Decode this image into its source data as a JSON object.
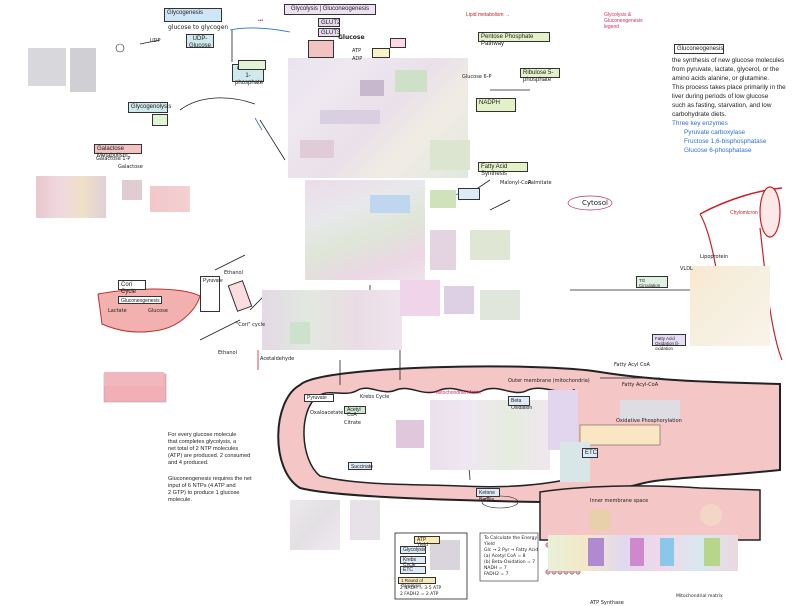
{
  "top_center": {
    "glycolysis_title": "Glycolysis | Gluconeogenesis",
    "glut2": "GLUT2",
    "glut3": "GLUT3",
    "glucose": "Glucose",
    "atp": "ATP",
    "adp": "ADP"
  },
  "top_left": {
    "glycogenesis": "Glycogenesis",
    "glycogen_label": "glucose to glycogen",
    "udp_glucose": "UDP-Glucose",
    "glucose_1p": "Glucose 1-phosphate",
    "glycogenolysis": "Glycogenolysis",
    "galactose_box": "Galactose Metabolism",
    "galactose_sub": "Galactose 1-P",
    "galactose": "Galactose",
    "udp": "UDP"
  },
  "legend": {
    "key_arrow": "Lipid metabolism →",
    "red_note": "Glycolysis & Gluconeogenesis legend"
  },
  "pentose": {
    "title": "Pentose Phosphate Pathway",
    "ribulose": "Ribulose 5-phosphate",
    "glucose6p": "Glucose 6-P",
    "nadph": "NADPH"
  },
  "fatty": {
    "title": "Fatty Acid Synthesis",
    "malonyl": "Malonyl-CoA",
    "palmitate": "Palmitate"
  },
  "gluconeo_notes": {
    "heading": "Gluconeogenesis",
    "lines": [
      "the synthesis of new glucose molecules",
      "from pyruvate, lactate, glycerol, or the",
      "amino acids alanine, or glutamine.",
      "This process takes place primarily in the",
      "liver during periods of low glucose",
      "such as fasting, starvation, and low",
      "carbohydrate diets."
    ],
    "enzymes_heading": "Three key enzymes",
    "enzymes": [
      "Pyruvate carboxylase",
      "Fructose 1,6-bisphosphatase",
      "Glucose 6-phosphatase"
    ]
  },
  "cytosol": "Cytosol",
  "cori": {
    "title": "Cori Cycle",
    "muscle": "Gluconeogenesis",
    "lactate": "Lactate",
    "glucose": "Glucose",
    "pyruvate": "Pyruvate",
    "ethanol": "Ethanol",
    "acetaldehyde": "Acetaldehyde",
    "cori_label": "\"Cori\" cycle"
  },
  "mito": {
    "outer_label": "Outer membrane (mitochondria)",
    "inner_label": "Mitochondrial Matrix",
    "tca": "Krebs Cycle",
    "acetyl": "Acetyl CoA",
    "pyruvate": "Pyruvate",
    "oxaloacetate": "Oxaloacetate",
    "citrate": "Citrate",
    "etc": "ETC",
    "ketone": "Ketone Bodies",
    "fatty_acyl": "Fatty Acyl-CoA",
    "beta_ox": "Beta Oxidation",
    "inner_membrane": "Inner membrane space",
    "succinate": "Succinate",
    "oxidative": "Oxidative Phosphorylation",
    "atp_synthase": "ATP Synthase"
  },
  "bottom_notes": {
    "glucose_yield": [
      "For every glucose molecule",
      "that completes glycolysis, a",
      "net total of 2 NTP molecules",
      "(ATP) are produced. 2 consumed",
      "and 4 produced."
    ],
    "gluconeo_cost": [
      "Gluconeogenesis requires the net",
      "input of 6 NTPs (4 ATP and",
      "2 GTP) to produce 1 glucose",
      "molecule."
    ]
  },
  "atp_yield": {
    "title": "ATP Yield",
    "row1": "Glycolysis",
    "row2": "Krebs Cycle",
    "row3": "ETC",
    "total": "1 Round of Glycolysis",
    "total_line1": "2 NADH = 3-5 ATP",
    "total_line2": "2 FADH2 = 2 ATP"
  },
  "etc_box": {
    "title": "To Calculate the Energy Yield",
    "line1": "Glc → 2 Pyr → Fatty Acid",
    "line2": "(a) Acetyl CoA = 8",
    "line3": "(b) Beta-Oxidation = 7",
    "line4": "NADH = 7",
    "line5": "FADH2 = 7"
  },
  "right_side": {
    "vldl": "VLDL",
    "lipoprotein": "Lipoprotein",
    "fatty_beta": "Fatty Acid Oxidation β-oxidation",
    "tg": "TG Circulation",
    "fatty_acyl_right": "Fatty Acyl CoA",
    "chylomicron": "Chylomicron"
  },
  "footer": "Mitochondrial matrix"
}
